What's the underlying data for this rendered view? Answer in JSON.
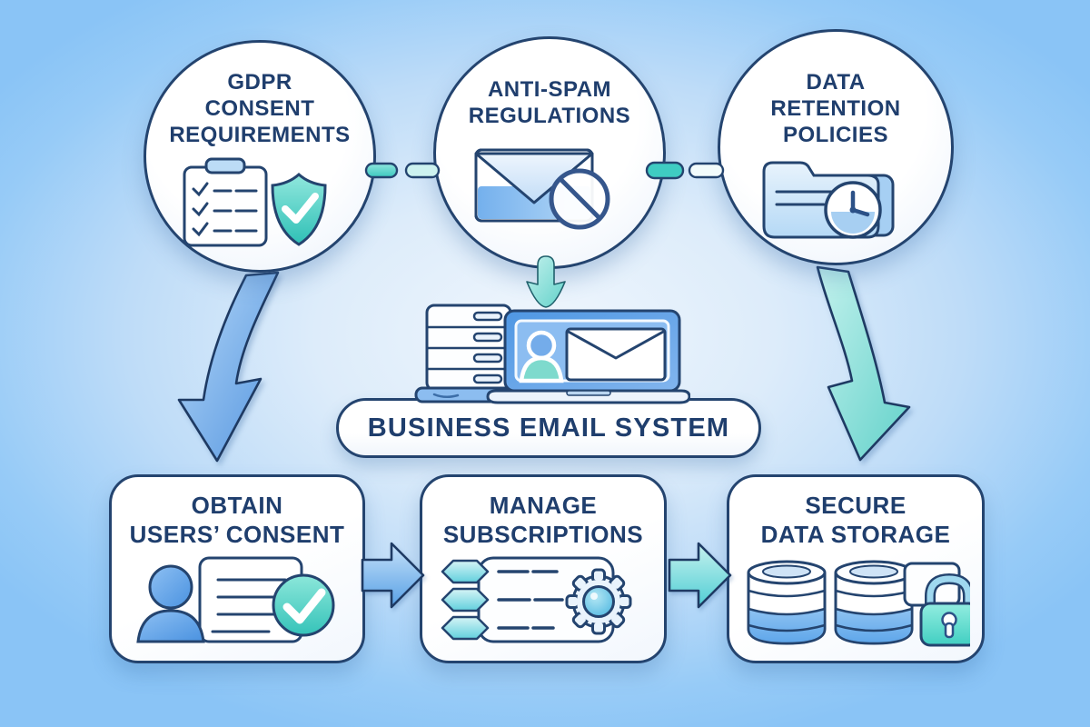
{
  "colors": {
    "background_edge": "#8ac4f6",
    "background_center": "#eff6fd",
    "outline_navy": "#24446f",
    "text_navy": "#1f3e6d",
    "teal": "#4fcfc4",
    "teal_light": "#b7ede9",
    "blue": "#5b9fe4",
    "blue_light": "#b9dbf8",
    "node_fill": "#ffffff"
  },
  "top_circles": [
    {
      "id": "gdpr-consent-requirements",
      "lines": [
        "GDPR",
        "CONSENT",
        "REQUIREMENTS"
      ],
      "icon": "clipboard-checklist-shield-check-icon"
    },
    {
      "id": "anti-spam-regulations",
      "lines": [
        "ANTI-SPAM",
        "REGULATIONS"
      ],
      "icon": "email-blocked-icon"
    },
    {
      "id": "data-retention-policies",
      "lines": [
        "DATA",
        "RETENTION",
        "POLICIES"
      ],
      "icon": "folder-clock-icon"
    }
  ],
  "center": {
    "label": "BUSINESS EMAIL SYSTEM",
    "icon": "server-laptop-email-icon"
  },
  "bottom_boxes": [
    {
      "id": "obtain-users-consent",
      "lines": [
        "OBTAIN",
        "USERS’ CONSENT"
      ],
      "icon": "user-document-check-icon"
    },
    {
      "id": "manage-subscriptions",
      "lines": [
        "MANAGE",
        "SUBSCRIPTIONS"
      ],
      "icon": "subscription-list-gear-icon"
    },
    {
      "id": "secure-data-storage",
      "lines": [
        "SECURE",
        "DATA STORAGE"
      ],
      "icon": "database-lock-icon"
    }
  ],
  "connectors": {
    "top_links": [
      {
        "id": "gdpr-to-antispam",
        "style": "dashed-pills",
        "color": "teal"
      },
      {
        "id": "antispam-to-retention",
        "style": "dashed-pills",
        "color": "teal-white"
      }
    ],
    "arrows": [
      {
        "id": "gdpr-to-obtain-consent",
        "type": "curved-down",
        "color": "blue"
      },
      {
        "id": "antispam-to-email-system",
        "type": "short-down",
        "color": "teal"
      },
      {
        "id": "retention-to-secure-storage",
        "type": "curved-down",
        "color": "teal"
      },
      {
        "id": "obtain-consent-to-manage-subscriptions",
        "type": "right",
        "color": "blue"
      },
      {
        "id": "manage-subscriptions-to-secure-storage",
        "type": "right",
        "color": "teal"
      }
    ]
  }
}
